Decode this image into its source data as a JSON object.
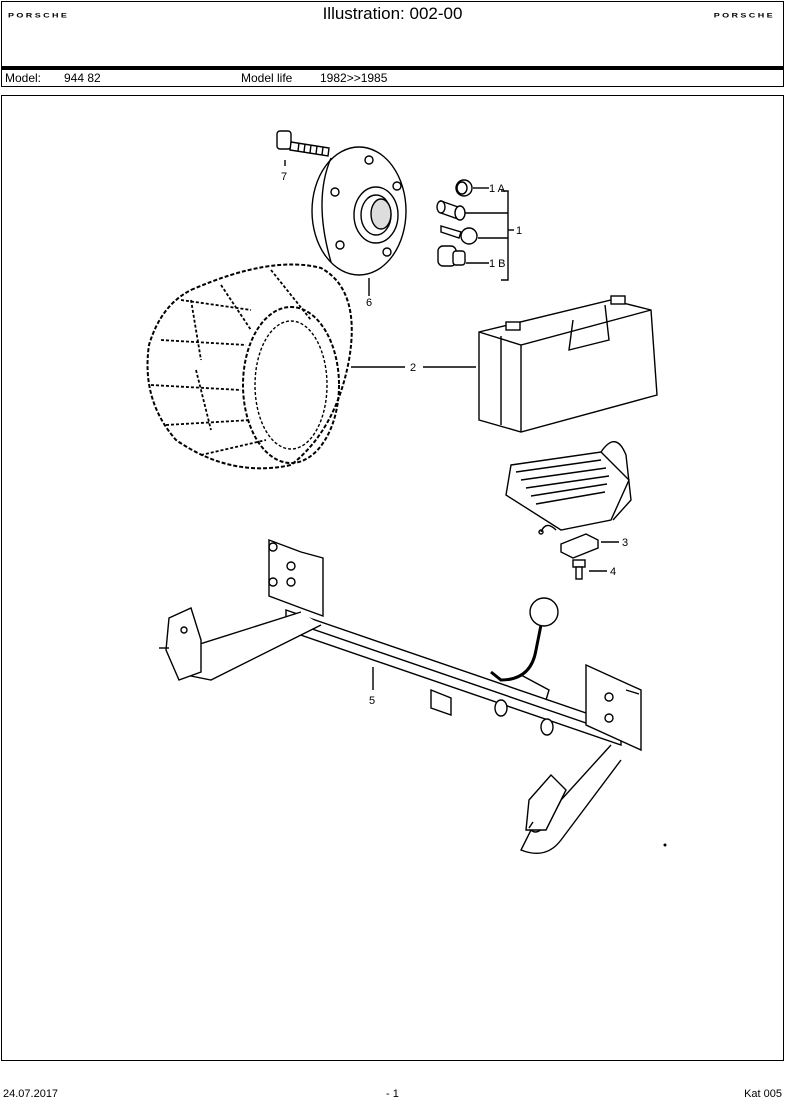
{
  "header": {
    "brand_left": "PORSCHE",
    "title": "Illustration: 002-00",
    "brand_right": "PORSCHE"
  },
  "model_row": {
    "model_label": "Model:",
    "model_value": "944 82",
    "life_label": "Model life",
    "life_value": "1982>>1985"
  },
  "callouts": {
    "c1a": "1 A",
    "c1": "1",
    "c1b": "1 B",
    "c2": "2",
    "c3": "3",
    "c4": "4",
    "c5": "5",
    "c6": "6",
    "c7": "7"
  },
  "footer": {
    "date": "24.07.2017",
    "page": "- 1",
    "catalog": "Kat 005"
  }
}
